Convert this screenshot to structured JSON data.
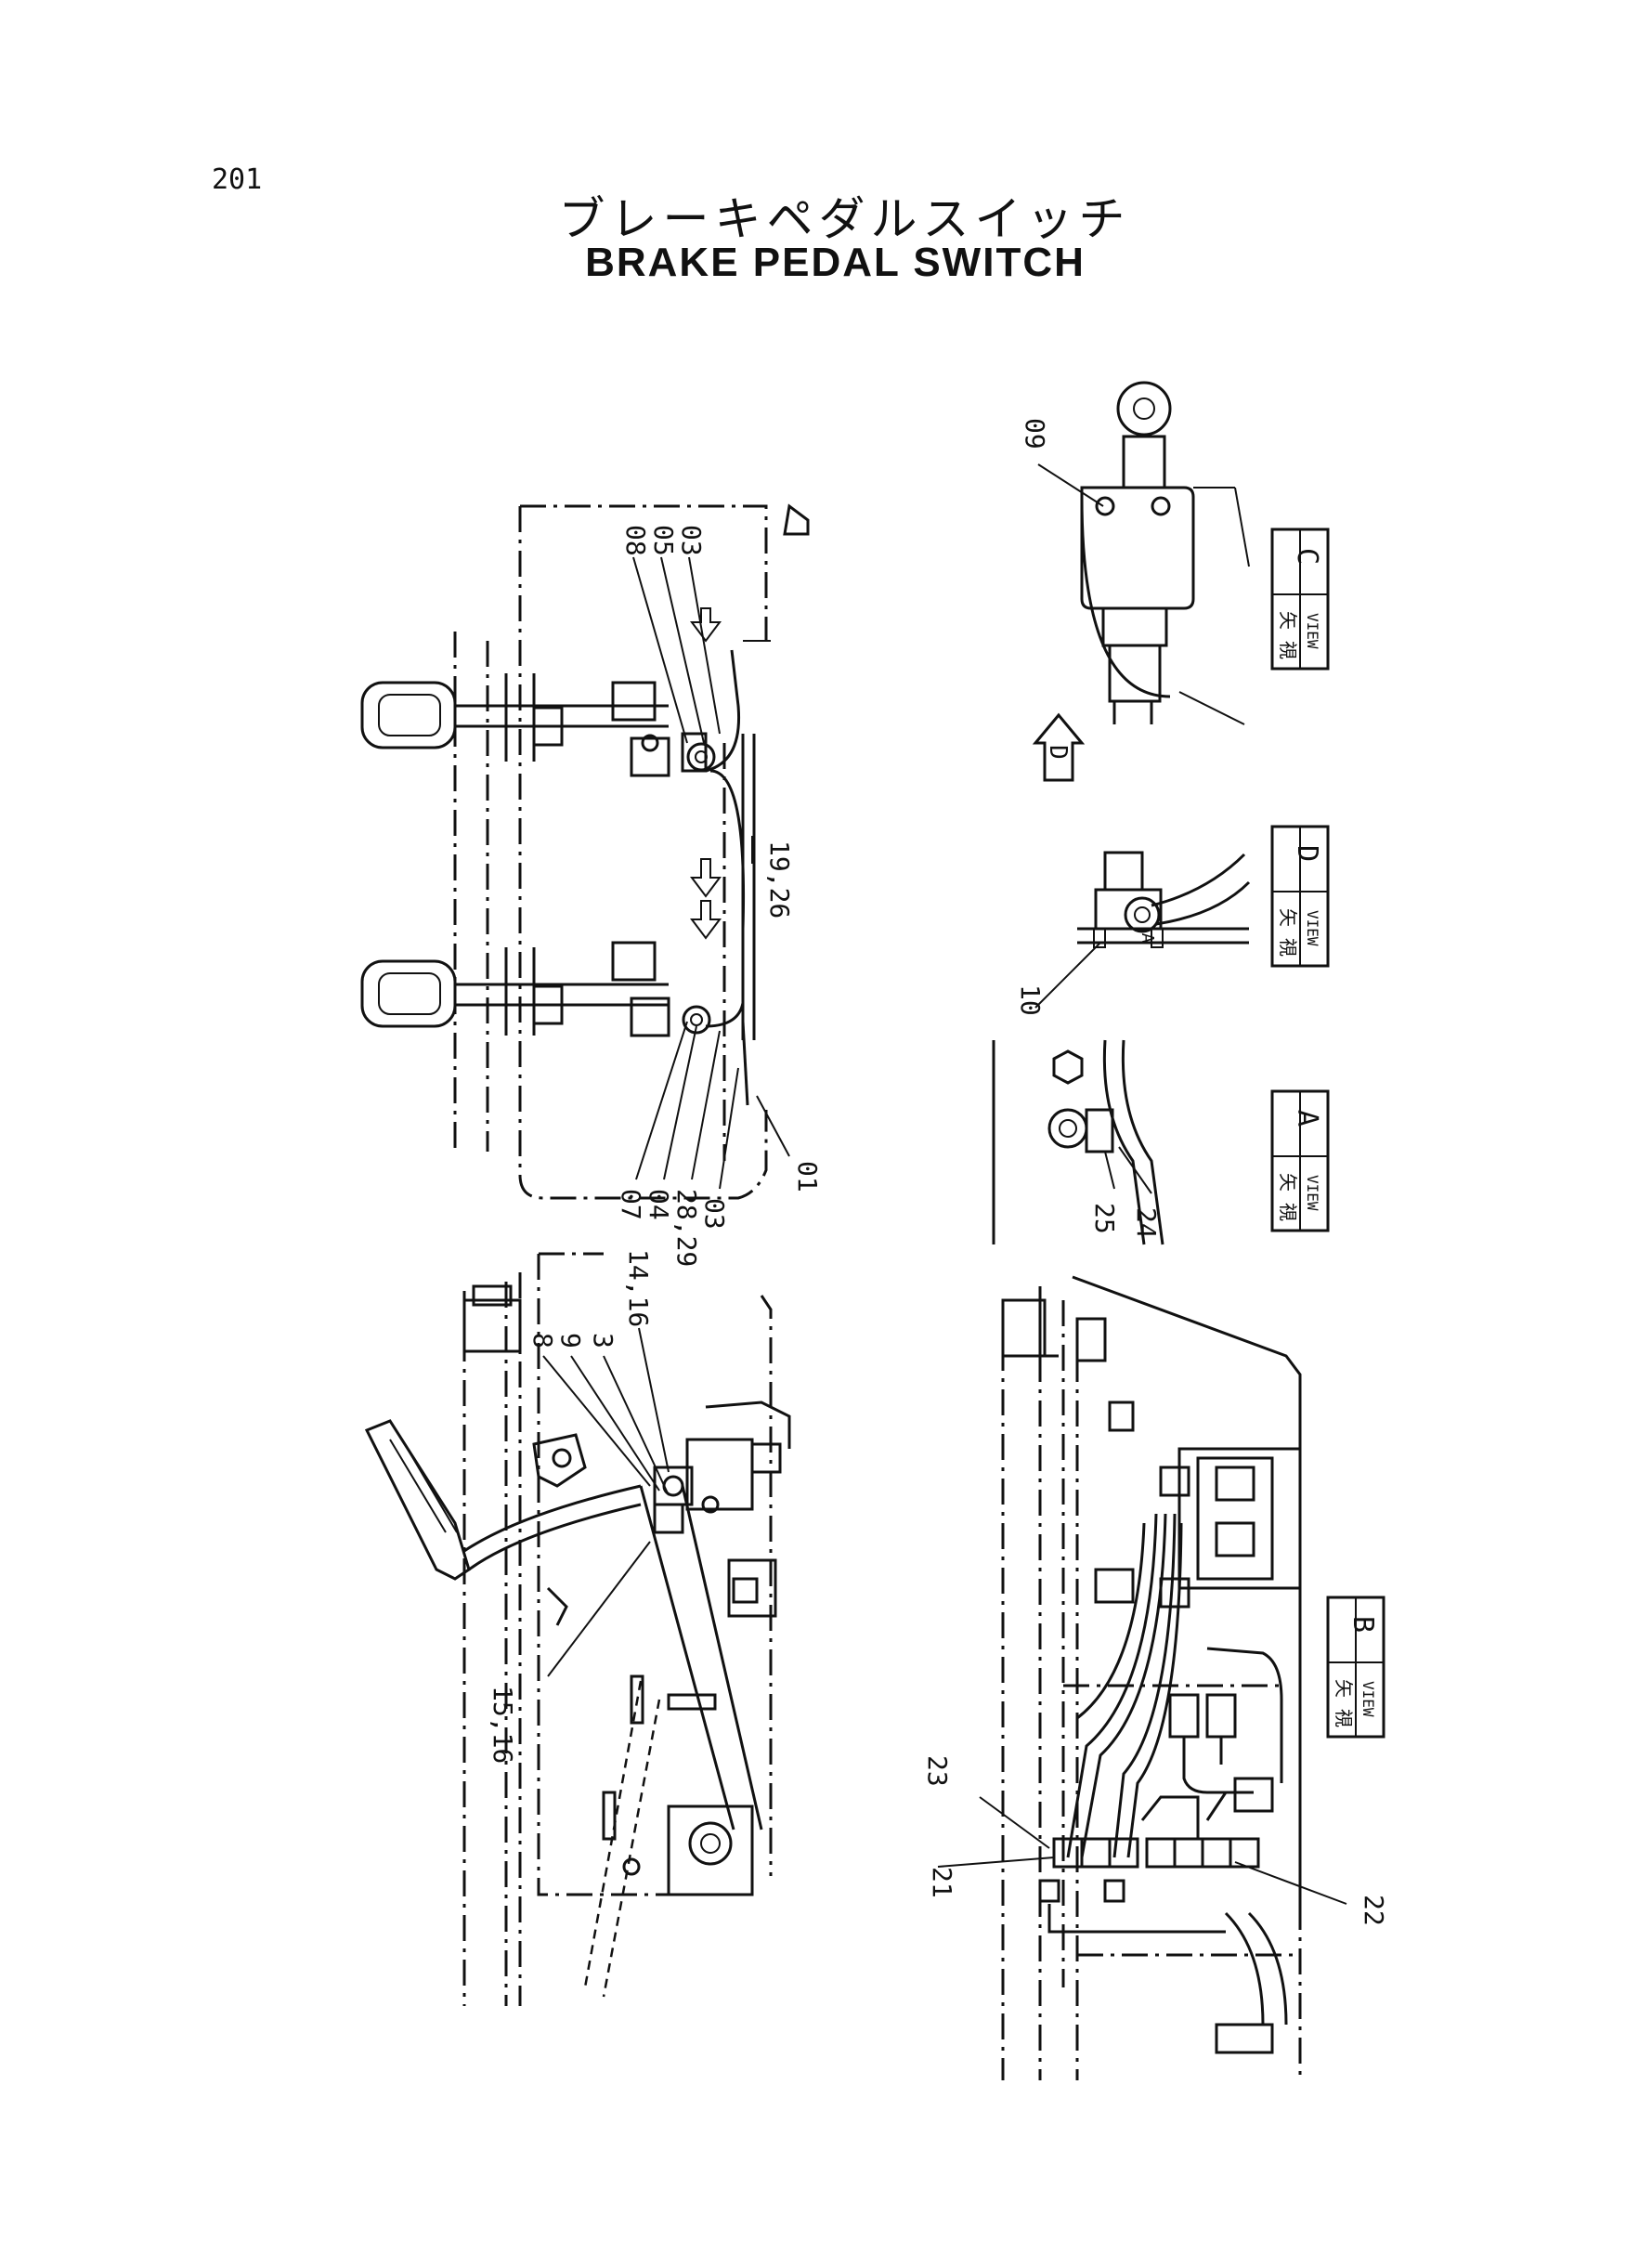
{
  "page": {
    "number": "201"
  },
  "title": {
    "japanese": "ブレーキペダルスイッチ",
    "english": "BRAKE PEDAL SWITCH"
  },
  "views": {
    "c": {
      "label_ja": "矢 視",
      "label_en": "VIEW",
      "letter": "C"
    },
    "d": {
      "label_ja": "矢 視",
      "label_en": "VIEW",
      "letter": "D"
    },
    "a": {
      "label_ja": "矢 視",
      "label_en": "VIEW",
      "letter": "A"
    },
    "b": {
      "label_ja": "矢 視",
      "label_en": "VIEW",
      "letter": "B"
    }
  },
  "arrow_letters": {
    "d_arrow": "D",
    "a_arrow": "A"
  },
  "callouts": {
    "top_view": [
      "08",
      "05",
      "03",
      "19,26",
      "07",
      "04",
      "28,29",
      "03",
      "01"
    ],
    "side_view": [
      "8",
      "9",
      "3",
      "14,16",
      "15,16"
    ],
    "view_c": [
      "09"
    ],
    "view_d": [
      "10"
    ],
    "view_a": [
      "25",
      "24"
    ],
    "view_b": [
      "23",
      "21",
      "22"
    ]
  },
  "colors": {
    "ink": "#111111",
    "paper": "#ffffff"
  }
}
